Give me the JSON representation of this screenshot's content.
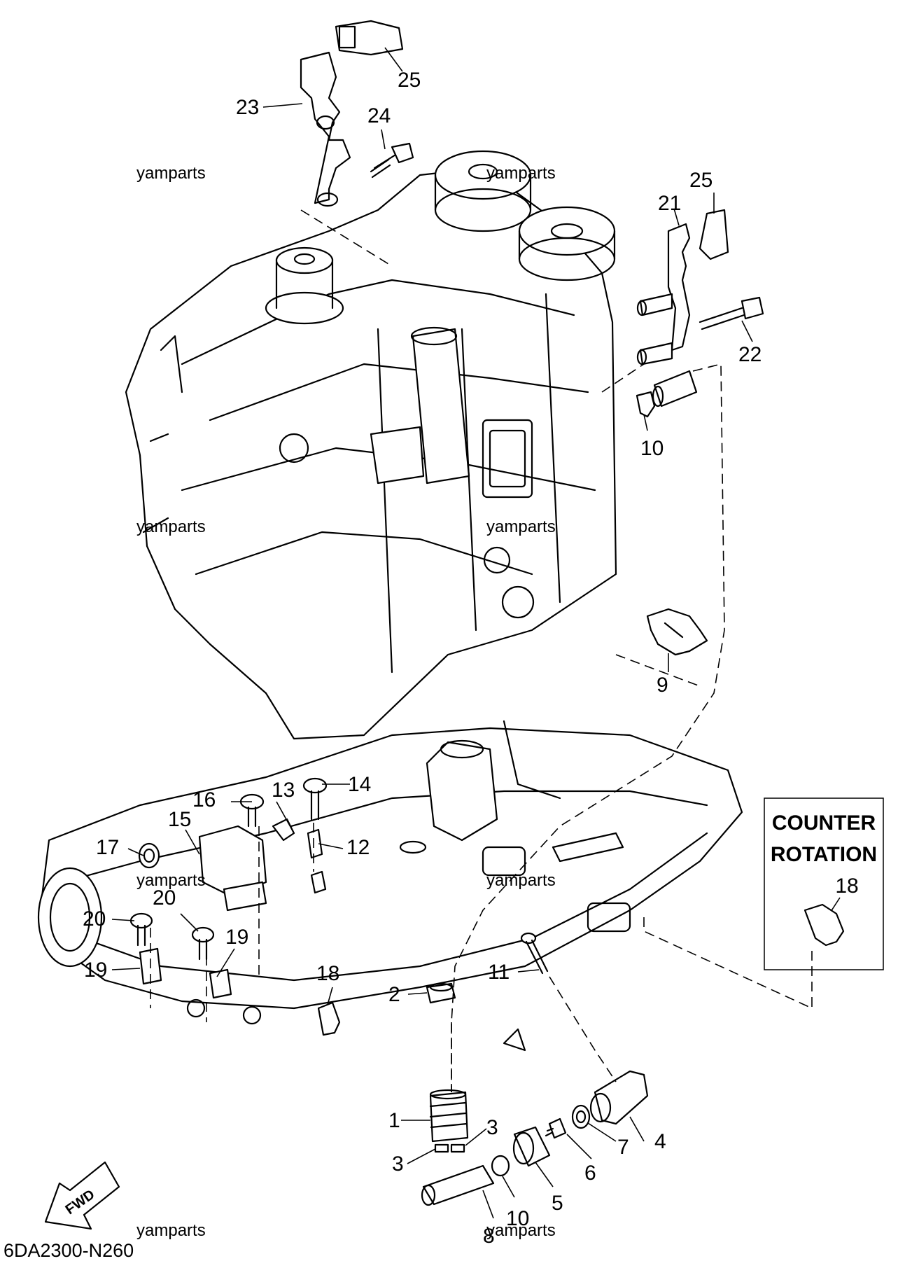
{
  "diagram_code": "6DA2300-N260",
  "watermark": "yamparts",
  "fwd_label": "FWD",
  "box": {
    "line1": "COUNTER",
    "line2": "ROTATION",
    "part": "18"
  },
  "callouts": {
    "c1": "1",
    "c2": "2",
    "c3a": "3",
    "c3b": "3",
    "c4": "4",
    "c5": "5",
    "c6": "6",
    "c7": "7",
    "c8": "8",
    "c9": "9",
    "c10a": "10",
    "c10b": "10",
    "c11": "11",
    "c12": "12",
    "c13": "13",
    "c14": "14",
    "c15": "15",
    "c16": "16",
    "c17": "17",
    "c18": "18",
    "c19a": "19",
    "c19b": "19",
    "c20a": "20",
    "c20b": "20",
    "c21": "21",
    "c22": "22",
    "c23": "23",
    "c24": "24",
    "c25a": "25",
    "c25b": "25"
  }
}
